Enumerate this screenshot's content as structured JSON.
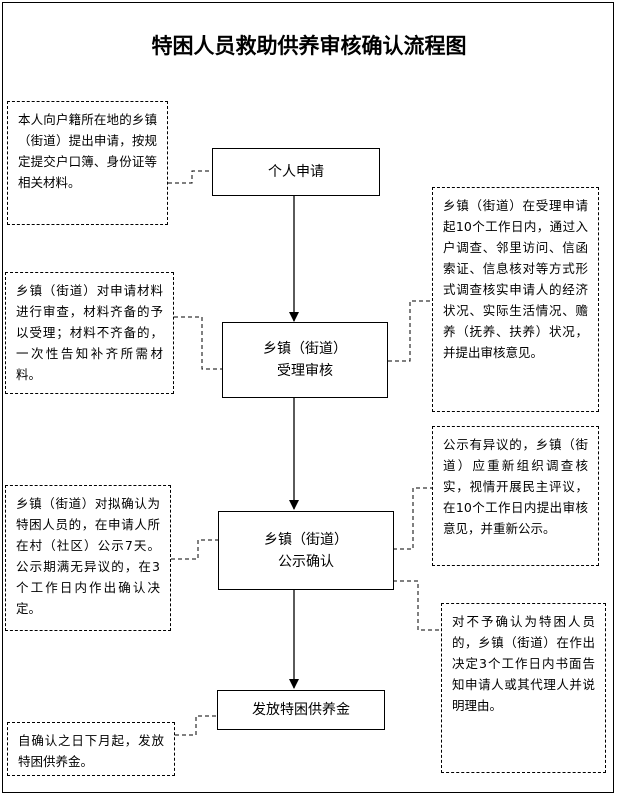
{
  "title": "特困人员救助供养审核确认流程图",
  "steps": [
    {
      "label": "个人申请"
    },
    {
      "label": "乡镇（街道）\n受理审核"
    },
    {
      "label": "乡镇（街道）\n公示确认"
    },
    {
      "label": "发放特困供养金"
    }
  ],
  "notes": {
    "apply": "本人向户籍所在地的乡镇（街道）提出申请，按规定提交户口簿、身份证等相关材料。",
    "accept": "乡镇（街道）对申请材料进行审查，材料齐备的予以受理；材料不齐备的，一次性告知补齐所需材料。",
    "investigate": "乡镇（街道）在受理申请起10个工作日内，通过入户调查、邻里访问、信函索证、信息核对等方式形式调查核实申请人的经济状况、实际生活情况、赡养（抚养、扶养）状况，并提出审核意见。",
    "publicize": "乡镇（街道）对拟确认为特困人员的，在申请人所在村（社区）公示7天。公示期满无异议的，在3个工作日内作出确认决定。",
    "objection": "公示有异议的，乡镇（街道）应重新组织调查核实，视情开展民主评议，在10个工作日内提出审核意见，并重新公示。",
    "reject": "对不予确认为特困人员的，乡镇（街道）在作出决定3个工作日内书面告知申请人或其代理人并说明理由。",
    "issue": "自确认之日下月起，发放特困供养金。"
  }
}
